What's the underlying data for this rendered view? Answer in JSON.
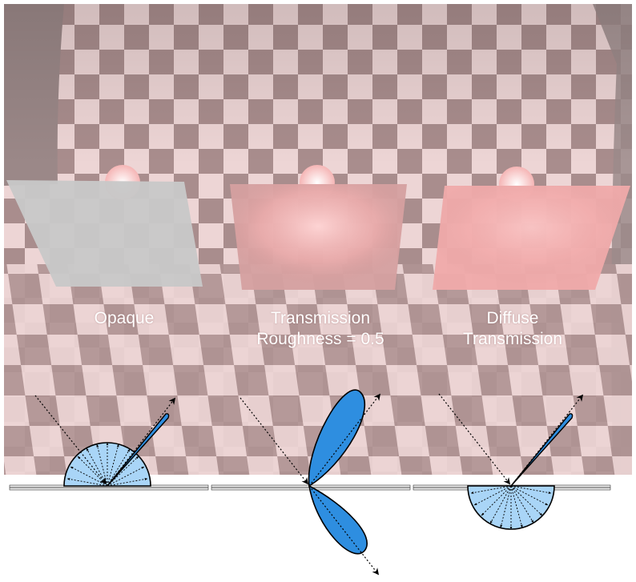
{
  "labels": {
    "opaque": "Opaque",
    "transmission_line1": "Transmission",
    "transmission_line2": "Roughness = 0.5",
    "diffuse_line1": "Diffuse",
    "diffuse_line2": "Transmission"
  },
  "colors": {
    "background": "#ffffff",
    "checker_light": "#ecdada",
    "checker_dark": "#8e7676",
    "opaque_panel": "#c9c9c9",
    "transmission_panel": "#d8a3a3",
    "diffuse_panel": "#f0b0b0",
    "glow": "#ffd0d0",
    "lobe_fill": "#2e8ee0",
    "hemisphere_fill": "#a8d4f6",
    "outline": "#000000"
  },
  "icons": {
    "ray_arrow": "arrowhead",
    "surface": "striped-surface-line"
  }
}
